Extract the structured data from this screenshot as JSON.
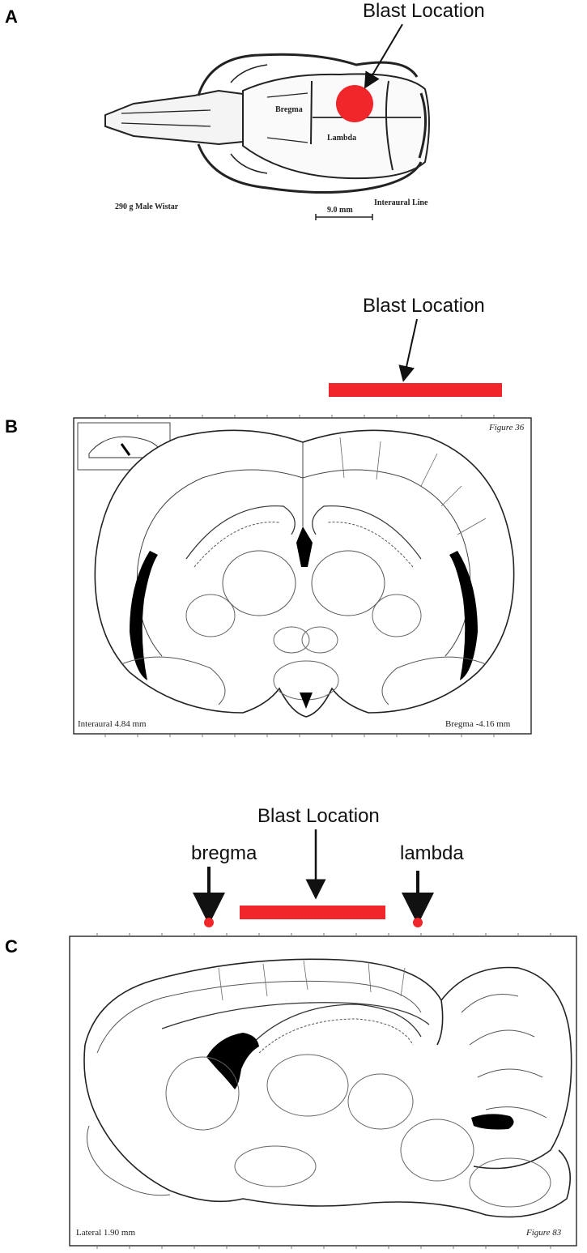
{
  "panels": {
    "a": {
      "letter": "A",
      "callout": "Blast Location",
      "skull_labels": {
        "bregma": "Bregma",
        "lambda": "Lambda",
        "interaural": "Interaural Line",
        "specimen": "290 g Male Wistar",
        "scale": "9.0 mm"
      }
    },
    "b": {
      "letter": "B",
      "callout": "Blast Location",
      "figure_label": "Figure 36",
      "left_caption": "Interaural 4.84 mm",
      "right_caption": "Bregma -4.16 mm"
    },
    "c": {
      "letter": "C",
      "callout": "Blast Location",
      "left_marker": "bregma",
      "right_marker": "lambda",
      "figure_label": "Figure 83",
      "left_caption": "Lateral 1.90 mm"
    }
  },
  "colors": {
    "blast": "#f0262a",
    "line": "#222222"
  }
}
